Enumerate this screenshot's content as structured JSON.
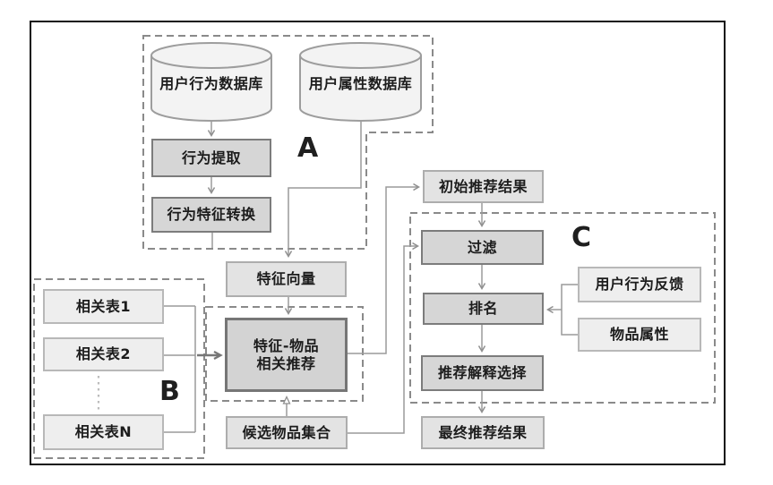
{
  "group_labels": {
    "a": "A",
    "b": "B",
    "c": "C"
  },
  "nodes": {
    "user_behavior_db": "用户行为数据库",
    "user_attr_db": "用户属性数据库",
    "behavior_extraction": "行为提取",
    "behavior_feature_conversion": "行为特征转换",
    "feature_vector": "特征向量",
    "related_table_1": "相关表1",
    "related_table_2": "相关表2",
    "related_table_n": "相关表N",
    "feature_item_recommend": "特征-物品\n相关推荐",
    "candidate_item_set": "候选物品集合",
    "initial_result": "初始推荐结果",
    "filter": "过滤",
    "ranking": "排名",
    "explanation_selection": "推荐解释选择",
    "final_result": "最终推荐结果",
    "user_behavior_feedback": "用户行为反馈",
    "item_attributes": "物品属性"
  },
  "colors": {
    "frame_border": "#111111",
    "dashed_group_border": "#8a8a8a",
    "process_box_fill": "#d6d6d6",
    "process_box_border": "#7c7c7c",
    "data_box_fill": "#e3e3e3",
    "input_box_fill": "#eeeeee",
    "cylinder_fill": "#f3f3f3",
    "connector": "#999999"
  }
}
